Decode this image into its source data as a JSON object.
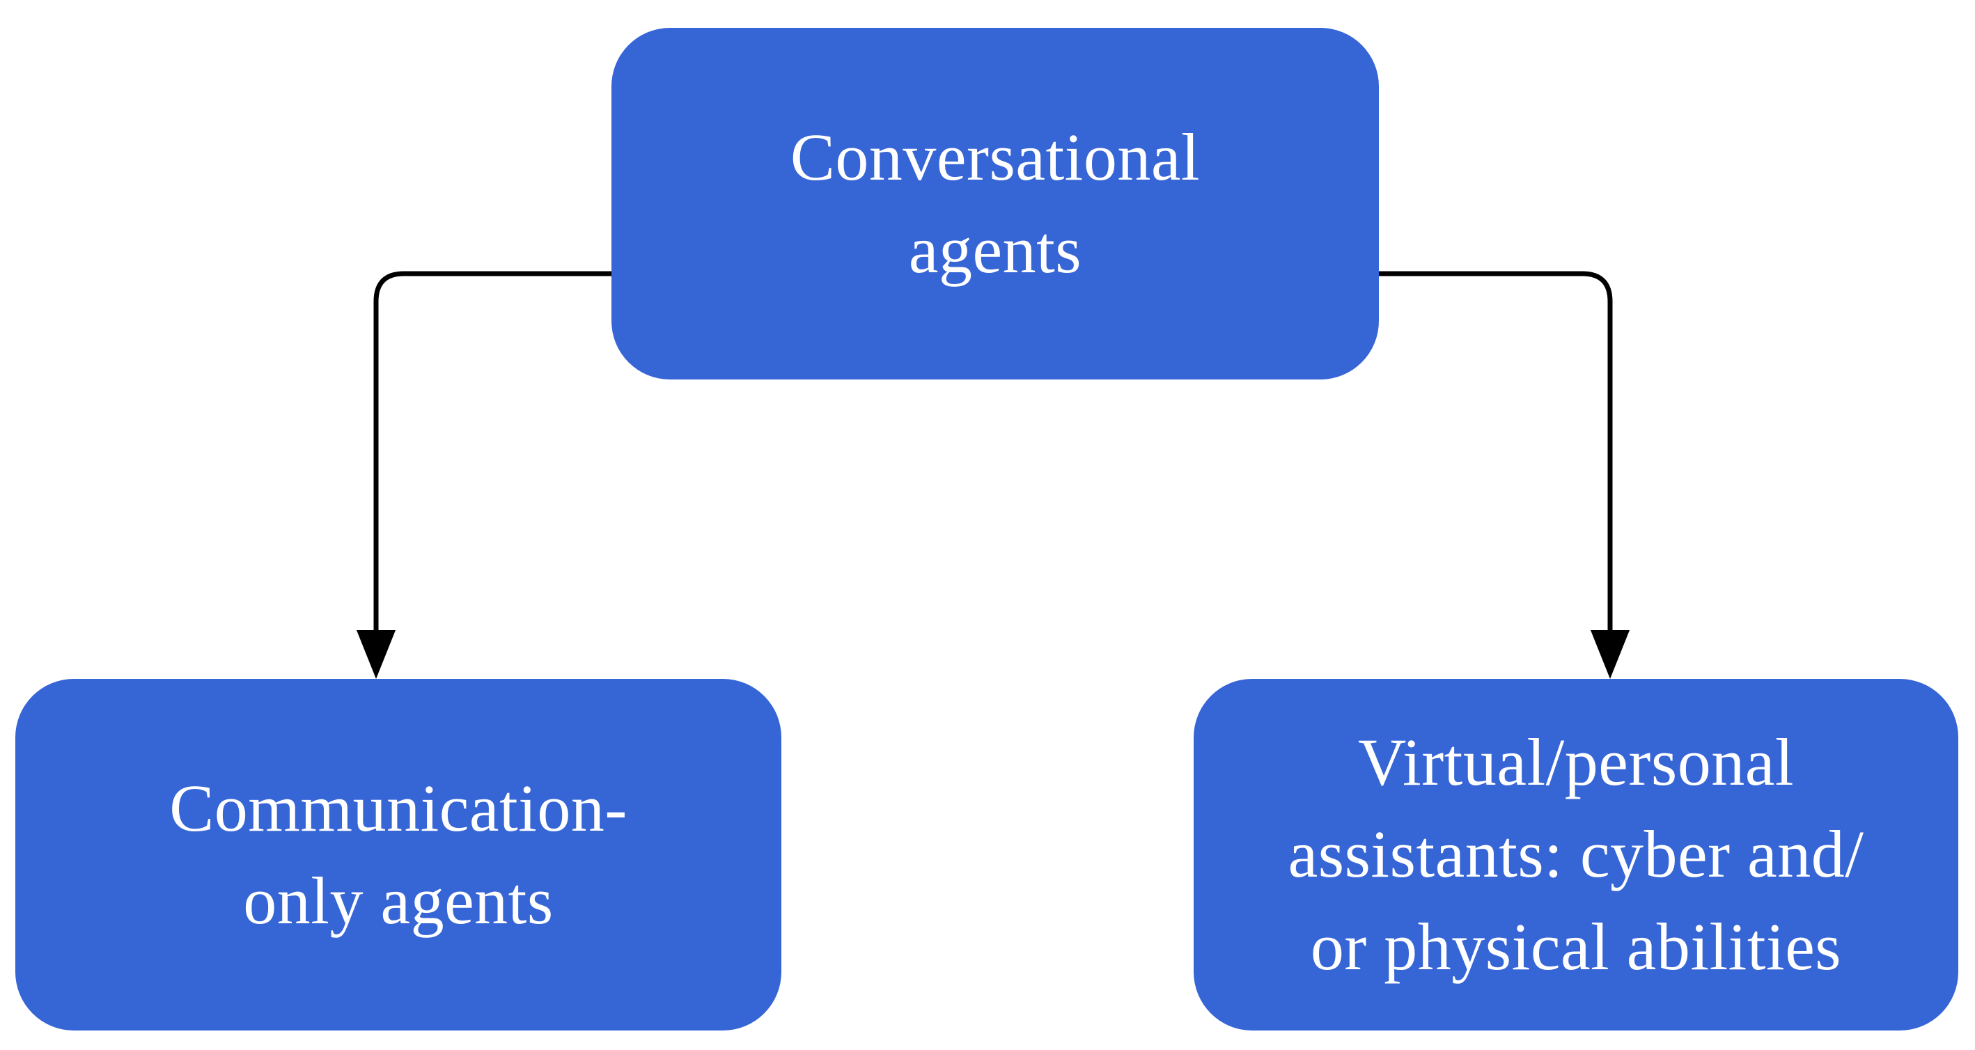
{
  "diagram": {
    "colors": {
      "node_fill": "#3665d6",
      "node_text": "#ffffff",
      "connector": "#000000",
      "background": "#ffffff"
    },
    "root": {
      "label": "Conversational\nagents"
    },
    "children": [
      {
        "label": "Communication-\nonly agents"
      },
      {
        "label": "Virtual/personal\nassistants: cyber and/\nor physical abilities"
      }
    ],
    "edges": [
      {
        "from": "Conversational agents",
        "to": "Communication-only agents"
      },
      {
        "from": "Conversational agents",
        "to": "Virtual/personal assistants: cyber and/or physical abilities"
      }
    ]
  }
}
